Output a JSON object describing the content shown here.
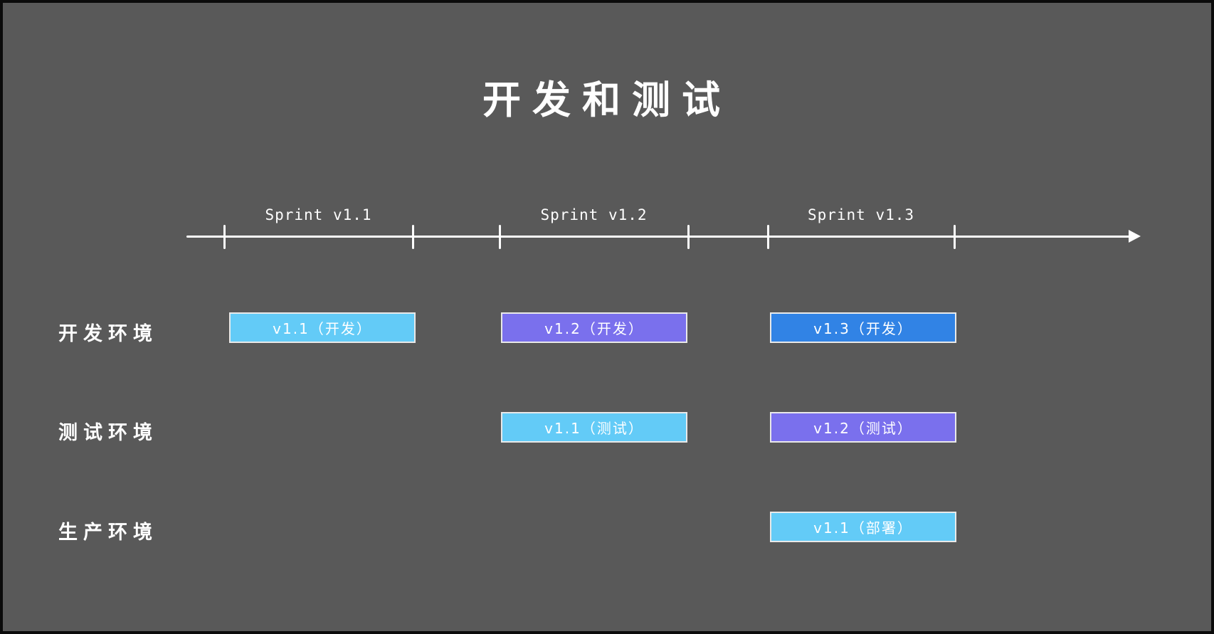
{
  "title": "开发和测试",
  "timeline": {
    "sprints": [
      {
        "label": "Sprint v1.1"
      },
      {
        "label": "Sprint v1.2"
      },
      {
        "label": "Sprint v1.3"
      }
    ],
    "tick_count": 6,
    "arrow_direction": "right"
  },
  "rows": [
    {
      "label": "开发环境",
      "boxes": [
        {
          "label": "v1.1（开发）",
          "color": "#63cbf7",
          "sprint": "Sprint v1.1"
        },
        {
          "label": "v1.2（开发）",
          "color": "#7a70ed",
          "sprint": "Sprint v1.2"
        },
        {
          "label": "v1.3（开发）",
          "color": "#3183e5",
          "sprint": "Sprint v1.3"
        }
      ]
    },
    {
      "label": "测试环境",
      "boxes": [
        {
          "label": "v1.1（测试）",
          "color": "#63cbf7",
          "sprint": "Sprint v1.2"
        },
        {
          "label": "v1.2（测试）",
          "color": "#7a70ed",
          "sprint": "Sprint v1.3"
        }
      ]
    },
    {
      "label": "生产环境",
      "boxes": [
        {
          "label": "v1.1（部署）",
          "color": "#63cbf7",
          "sprint": "Sprint v1.3"
        }
      ]
    }
  ],
  "colors": {
    "background": "#595959",
    "frame": "#0b0b0b",
    "axis": "#ffffff",
    "text": "#ffffff",
    "box_border": "#e9e9e9",
    "box_skyblue": "#63cbf7",
    "box_purple": "#7a70ed",
    "box_royalblue": "#3183e5"
  }
}
